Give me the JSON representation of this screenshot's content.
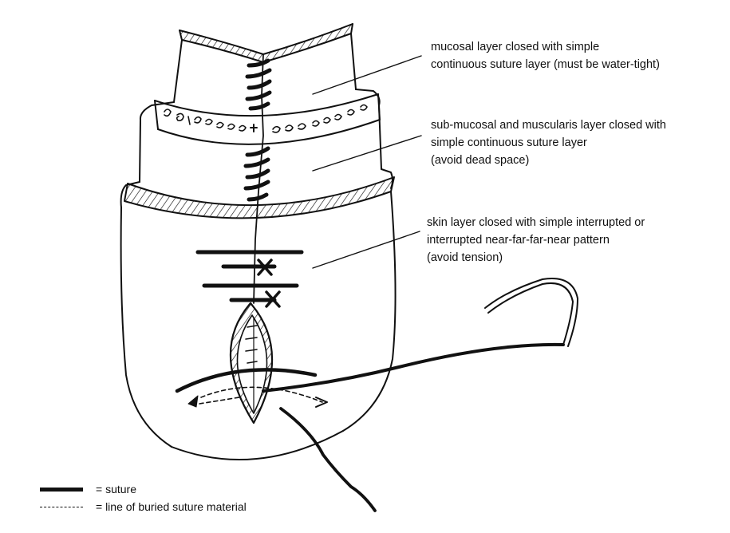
{
  "annotations": {
    "mucosal": [
      "mucosal layer closed with simple",
      "continuous suture layer (must be water-tight)"
    ],
    "submucosal": [
      "sub-mucosal and muscularis layer closed with",
      "simple continuous suture layer",
      "(avoid dead space)"
    ],
    "skin": [
      "skin layer closed with simple interrupted or",
      "interrupted near-far-far-near pattern",
      "(avoid tension)"
    ]
  },
  "legend": {
    "suture": "= suture",
    "buried": "= line of buried suture material"
  },
  "colors": {
    "ink": "#111111",
    "background": "#ffffff"
  }
}
